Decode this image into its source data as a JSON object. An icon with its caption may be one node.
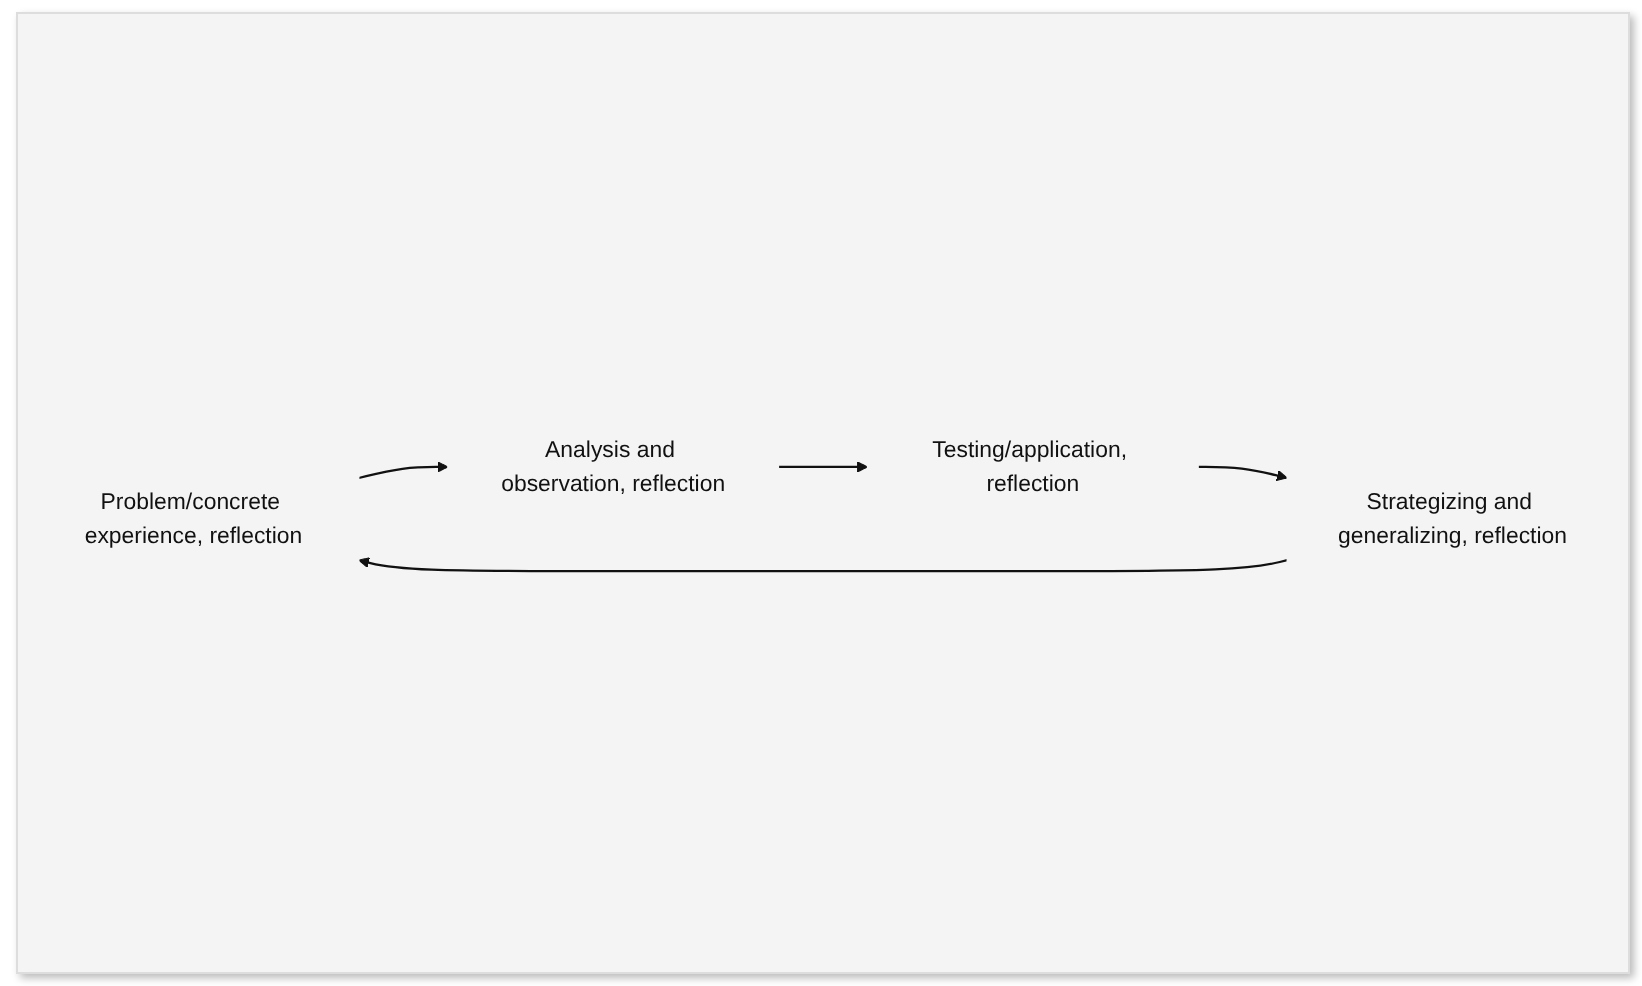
{
  "diagram": {
    "nodes": [
      {
        "text": [
          "Problem/concrete experience, reflection"
        ]
      },
      {
        "text": [
          "Analysis and observation, reflection"
        ]
      },
      {
        "text": [
          "Testing/application, reflection"
        ]
      },
      {
        "text": [
          "Strategizing and generalizing, reflection"
        ]
      }
    ],
    "edges": [
      {
        "from": 0,
        "to": 1,
        "arrow": "to"
      },
      {
        "from": 1,
        "to": 2,
        "arrow": "to"
      },
      {
        "from": 2,
        "to": 3,
        "arrow": "to"
      },
      {
        "from": 3,
        "to": 0,
        "arrow": "to"
      }
    ]
  }
}
